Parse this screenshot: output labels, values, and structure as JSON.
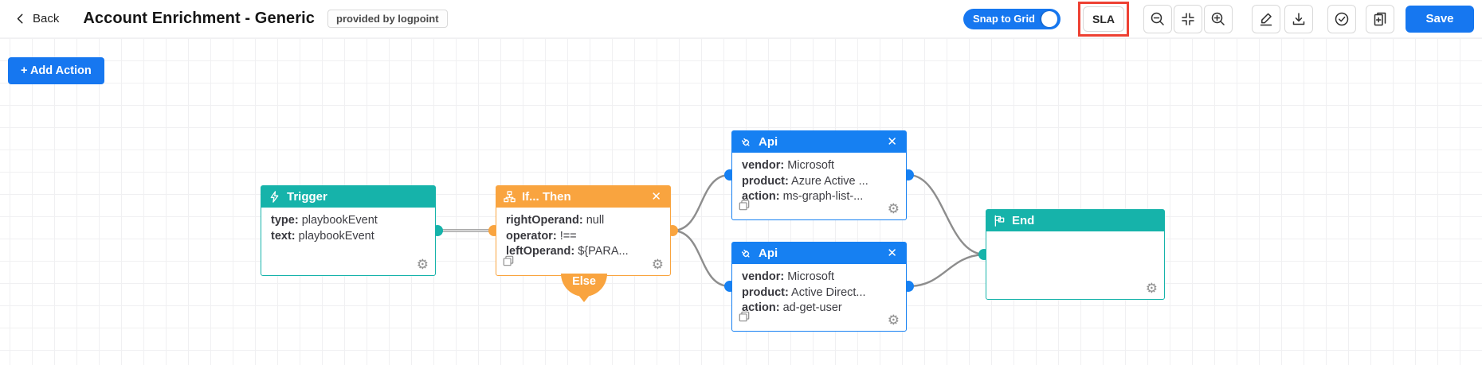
{
  "colors": {
    "teal": "#16b3aa",
    "orange": "#f9a43f",
    "blue": "#1680f2",
    "primary": "#1677f0",
    "red": "#ee4133",
    "edge": "#8d8d8d"
  },
  "topbar": {
    "back_label": "Back",
    "title": "Account Enrichment - Generic",
    "badge": "provided by logpoint",
    "snap_to_grid_label": "Snap to Grid",
    "snap_to_grid_state": "on",
    "sla_label": "SLA",
    "save_label": "Save",
    "icons": [
      "chevron-left-icon",
      "zoom-out-icon",
      "fit-view-icon",
      "zoom-in-icon",
      "edit-pencil-icon",
      "download-icon",
      "check-circle-icon",
      "document-plus-icon"
    ]
  },
  "canvas": {
    "add_action_label": "+ Add Action"
  },
  "nodes": [
    {
      "type": "trigger",
      "title": "Trigger",
      "icon": "lightning-icon",
      "lines": [
        {
          "label": "type:",
          "value": "playbookEvent"
        },
        {
          "label": "text:",
          "value": "playbookEvent"
        }
      ]
    },
    {
      "type": "if-then",
      "title": "If... Then",
      "icon": "sitemap-icon",
      "closable": true,
      "else_label": "Else",
      "lines": [
        {
          "label": "rightOperand:",
          "value": "null"
        },
        {
          "label": "operator:",
          "value": "!=="
        },
        {
          "label": "leftOperand:",
          "value": "${PARA..."
        }
      ]
    },
    {
      "type": "api",
      "title": "Api",
      "icon": "plug-icon",
      "closable": true,
      "lines": [
        {
          "label": "vendor:",
          "value": "Microsoft"
        },
        {
          "label": "product:",
          "value": "Azure Active ..."
        },
        {
          "label": "action:",
          "value": "ms-graph-list-..."
        }
      ]
    },
    {
      "type": "api",
      "title": "Api",
      "icon": "plug-icon",
      "closable": true,
      "lines": [
        {
          "label": "vendor:",
          "value": "Microsoft"
        },
        {
          "label": "product:",
          "value": "Active Direct..."
        },
        {
          "label": "action:",
          "value": "ad-get-user"
        }
      ]
    },
    {
      "type": "end",
      "title": "End",
      "icon": "flag-icon",
      "lines": []
    }
  ]
}
